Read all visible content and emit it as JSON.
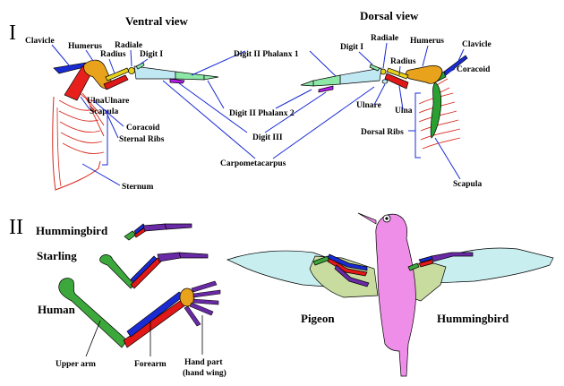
{
  "panel_one": {
    "numeral": "I",
    "ventral_title": "Ventral view",
    "dorsal_title": "Dorsal view",
    "ventral_labels": {
      "clavicle": "Clavicle",
      "humerus": "Humerus",
      "radius": "Radius",
      "radiale": "Radiale",
      "digit_i": "Digit I",
      "ulna_ulnare": "UlnaUlnare",
      "scapula": "Scapula",
      "coracoid": "Coracoid",
      "sternal_ribs": "Sternal Ribs",
      "sternum": "Sternum"
    },
    "center_labels": {
      "digit_ii_phalanx_1": "Digit II Phalanx 1",
      "digit_ii_phalanx_2": "Digit II Phalanx 2",
      "digit_iii": "Digit III",
      "carpometacarpus": "Carpometacarpus"
    },
    "dorsal_labels": {
      "digit_i": "Digit I",
      "radiale": "Radiale",
      "humerus": "Humerus",
      "clavicle": "Clavicle",
      "coracoid": "Coracoid",
      "radius": "Radius",
      "ulnare": "Ulnare",
      "ulna": "Ulna",
      "dorsal_ribs": "Dorsal Ribs",
      "scapula": "Scapula"
    }
  },
  "panel_two": {
    "numeral": "II",
    "labels": {
      "hummingbird_left": "Hummingbird",
      "starling": "Starling",
      "human": "Human",
      "upper_arm": "Upper arm",
      "forearm": "Forearm",
      "hand_part": "Hand part",
      "hand_wing": "(hand wing)",
      "pigeon": "Pigeon",
      "hummingbird_right": "Hummingbird"
    }
  },
  "colors": {
    "humerus": "#e8a21c",
    "scapula_red": "#e8201c",
    "ulna_red": "#e01818",
    "radius_yellow": "#e8d21c",
    "carpal_blue": "#bfe8f2",
    "digit_green": "#8de8a8",
    "digit_purple": "#b41ce8",
    "ribs_red": "#d8281c",
    "coracoid_green": "#2aa030",
    "upper_arm_green": "#3ca83c",
    "hand_purple": "#6a2aa8",
    "wing_light_blue": "#c8eef0",
    "wing_sage": "#c8dca0",
    "body_pink": "#ee8ee8",
    "leader_blue": "#1a2bd4"
  }
}
